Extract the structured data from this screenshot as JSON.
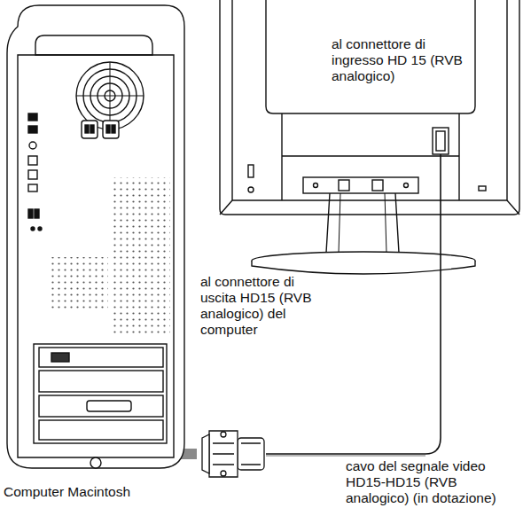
{
  "diagram": {
    "labels": [
      "al connettore di ingresso HD 15 (RVB analogico)",
      "al connettore di uscita HD15 (RVB analogico) del computer",
      "cavo del segnale video HD15-HD15 (RVB analogico) (in dotazione)",
      "Computer Macintosh"
    ]
  }
}
